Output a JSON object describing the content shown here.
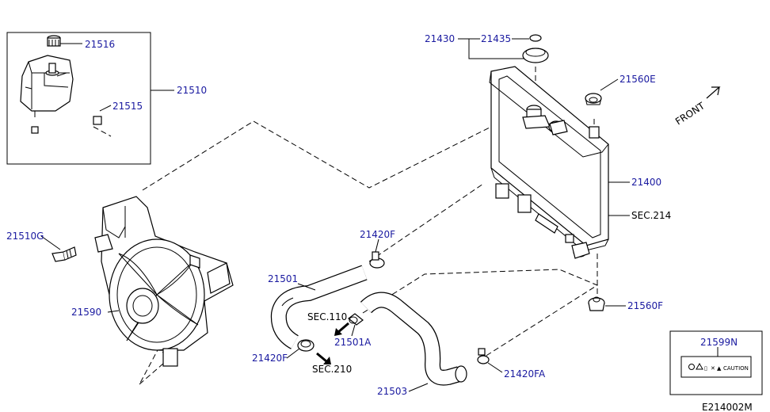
{
  "diagram": {
    "parts": {
      "p21516": "21516",
      "p21510": "21510",
      "p21515": "21515",
      "p21430": "21430",
      "p21435": "21435",
      "p21560E": "21560E",
      "p21400": "21400",
      "p21510G": "21510G",
      "p21420F_top": "21420F",
      "p21501": "21501",
      "p21590": "21590",
      "p21501A": "21501A",
      "p21420F_bottom": "21420F",
      "p21503": "21503",
      "p21420FA": "21420FA",
      "p21560F": "21560F",
      "p21599N": "21599N"
    },
    "references": {
      "sec214": "SEC.214",
      "sec110": "SEC.110",
      "sec210": "SEC.210"
    },
    "front_label": "FRONT",
    "caution_label": "CAUTION",
    "drawing_id": "E214002M"
  }
}
